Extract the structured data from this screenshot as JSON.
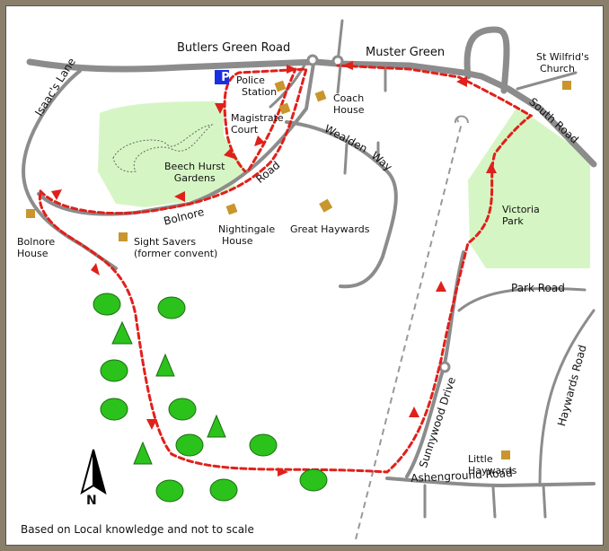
{
  "colors": {
    "frame": "#8a7f6a",
    "road": "#8c8c8c",
    "park": "#d6f5c4",
    "route": "#e0201a",
    "building": "#c8962c",
    "tree": "#2cc21c",
    "parking": "#1a2fe0"
  },
  "roads": {
    "butlers_green": "Butlers Green Road",
    "muster_green": "Muster Green",
    "isaacs_lane": "Isaac's Lane",
    "south_road": "South Road",
    "wealden": "Wealden",
    "way": "Way",
    "road": "Road",
    "bolnore": "Bolnore",
    "park_road": "Park Road",
    "haywards_road": "Haywards Road",
    "sunnywood_drive": "Sunnywood Drive",
    "ashenground_road": "Ashenground Road"
  },
  "places": {
    "police_station": [
      "Police",
      "Station"
    ],
    "magistrate_court": [
      "Magistrate",
      "Court"
    ],
    "coach_house": [
      "Coach",
      "House"
    ],
    "beech_hurst": [
      "Beech Hurst",
      "Gardens"
    ],
    "st_wilfrids": [
      "St Wilfrid's",
      "Church"
    ],
    "victoria_park": [
      "Victoria",
      "Park"
    ],
    "bolnore_house": [
      "Bolnore",
      "House"
    ],
    "sight_savers": [
      "Sight Savers",
      "(former convent)"
    ],
    "nightingale": [
      "Nightingale",
      "House"
    ],
    "great_haywards": "Great Haywards",
    "little_haywards": [
      "Little",
      "Haywards"
    ]
  },
  "parking_label": "P",
  "north_label": "N",
  "footer": "Based on Local knowledge and not to scale"
}
